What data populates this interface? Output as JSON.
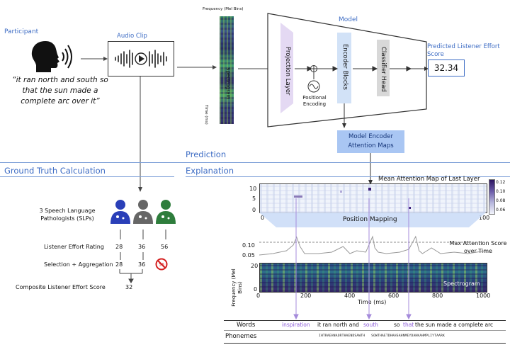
{
  "participant": {
    "label": "Participant",
    "quote": "“it ran north and south so that the sun made a complete arc over it”"
  },
  "audio": {
    "label": "Audio Clip"
  },
  "spectrogram": {
    "y_label": "Frequency (Mel Bins)",
    "x_label": "Time (ms)",
    "side_label": "Spectrogram"
  },
  "model": {
    "title": "Model",
    "projection": "Projection Layer",
    "encoder": "Encoder Blocks",
    "classifier": "Classifier Head",
    "positional": "Positional Encoding"
  },
  "prediction": {
    "label": "Predicted Listener Effort Score",
    "value": "32.34"
  },
  "attention_maps": {
    "label": "Model Encoder Attention Maps"
  },
  "sections": {
    "prediction": "Prediction",
    "explanation": "Explanation",
    "ground_truth": "Ground Truth Calculation"
  },
  "ground_truth": {
    "slp_label": "3 Speech Language Pathologists (SLPs)",
    "rating_label": "Listener Effort Rating",
    "ratings": [
      "28",
      "36",
      "56"
    ],
    "selection_label": "Selection + Aggregation",
    "selected": [
      "28",
      "36"
    ],
    "composite_label": "Composite Listener Effort Score",
    "composite_value": "32"
  },
  "explanation": {
    "mean_map_title": "Mean Attention Map of Last Layer",
    "position_mapping": "Position Mapping",
    "max_score_title": "Max Attention Score over Time",
    "spectrogram_label": "Spectrogram",
    "freq_label": "Frequency (Mel Bins)",
    "time_label": "Time (ms)",
    "words_label": "Words",
    "phonemes_label": "Phonemes",
    "words": [
      {
        "text": "inspiration",
        "highlight": true
      },
      {
        "text": "it ran north and",
        "highlight": false
      },
      {
        "text": "south",
        "highlight": true
      },
      {
        "text": "so",
        "highlight": false
      },
      {
        "text": "that",
        "highlight": true
      },
      {
        "text": "the sun made a complete arc",
        "highlight": false
      }
    ],
    "phonemes": "IHTRAEHNAORTHAENDSAWTH   SOWTHAETDHAHSAHNMEYDAHKAHMPLIYTAARK"
  },
  "chart_data": [
    {
      "type": "heatmap",
      "title": "Mean Attention Map of Last Layer",
      "x_ticks": [
        "0",
        "100"
      ],
      "y_ticks": [
        "10",
        "5",
        "0"
      ],
      "colorbar_ticks": [
        "0.12",
        "0.10",
        "0.08",
        "0.06"
      ],
      "colorbar_range": [
        0.05,
        0.13
      ]
    },
    {
      "type": "line",
      "title": "Max Attention Score over Time",
      "y_ticks": [
        "0.10",
        "0.05"
      ],
      "x_range": [
        0,
        1000
      ],
      "y_range": [
        0.03,
        0.13
      ],
      "threshold": 0.1,
      "x": [
        0,
        60,
        120,
        150,
        165,
        180,
        200,
        260,
        320,
        370,
        400,
        430,
        470,
        500,
        510,
        525,
        560,
        620,
        660,
        690,
        705,
        720,
        760,
        800,
        860,
        920,
        1000
      ],
      "y": [
        0.055,
        0.06,
        0.07,
        0.09,
        0.118,
        0.085,
        0.06,
        0.06,
        0.065,
        0.085,
        0.06,
        0.07,
        0.065,
        0.12,
        0.08,
        0.065,
        0.06,
        0.065,
        0.075,
        0.12,
        0.07,
        0.06,
        0.08,
        0.06,
        0.065,
        0.06,
        0.07
      ]
    },
    {
      "type": "heatmap",
      "title": "Spectrogram",
      "x_ticks": [
        "0",
        "200",
        "400",
        "600",
        "800",
        "1000"
      ],
      "y_ticks": [
        "20",
        "0"
      ],
      "xlabel": "Time (ms)",
      "ylabel": "Frequency (Mel Bins)"
    }
  ]
}
